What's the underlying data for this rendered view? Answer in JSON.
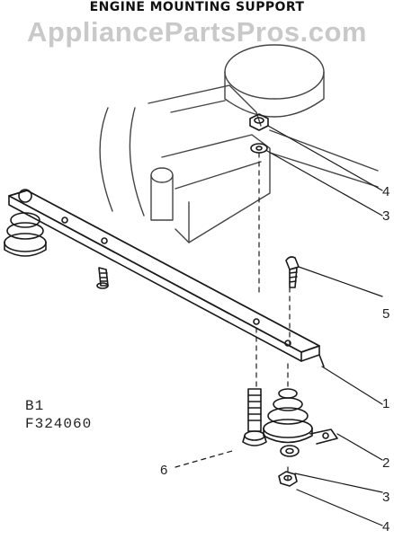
{
  "title": "ENGINE MOUNTING SUPPORT",
  "watermark": "AppliancePartsPros.com",
  "reference": {
    "line1": "B1",
    "line2": "F324060"
  },
  "callouts": {
    "c1": "4",
    "c2": "3",
    "c3": "5",
    "c4": "1",
    "c5": "6",
    "c6": "2",
    "c7": "3",
    "c8": "4"
  },
  "ink_color": "#1a1a1a",
  "watermark_color": "#c9c9c9"
}
